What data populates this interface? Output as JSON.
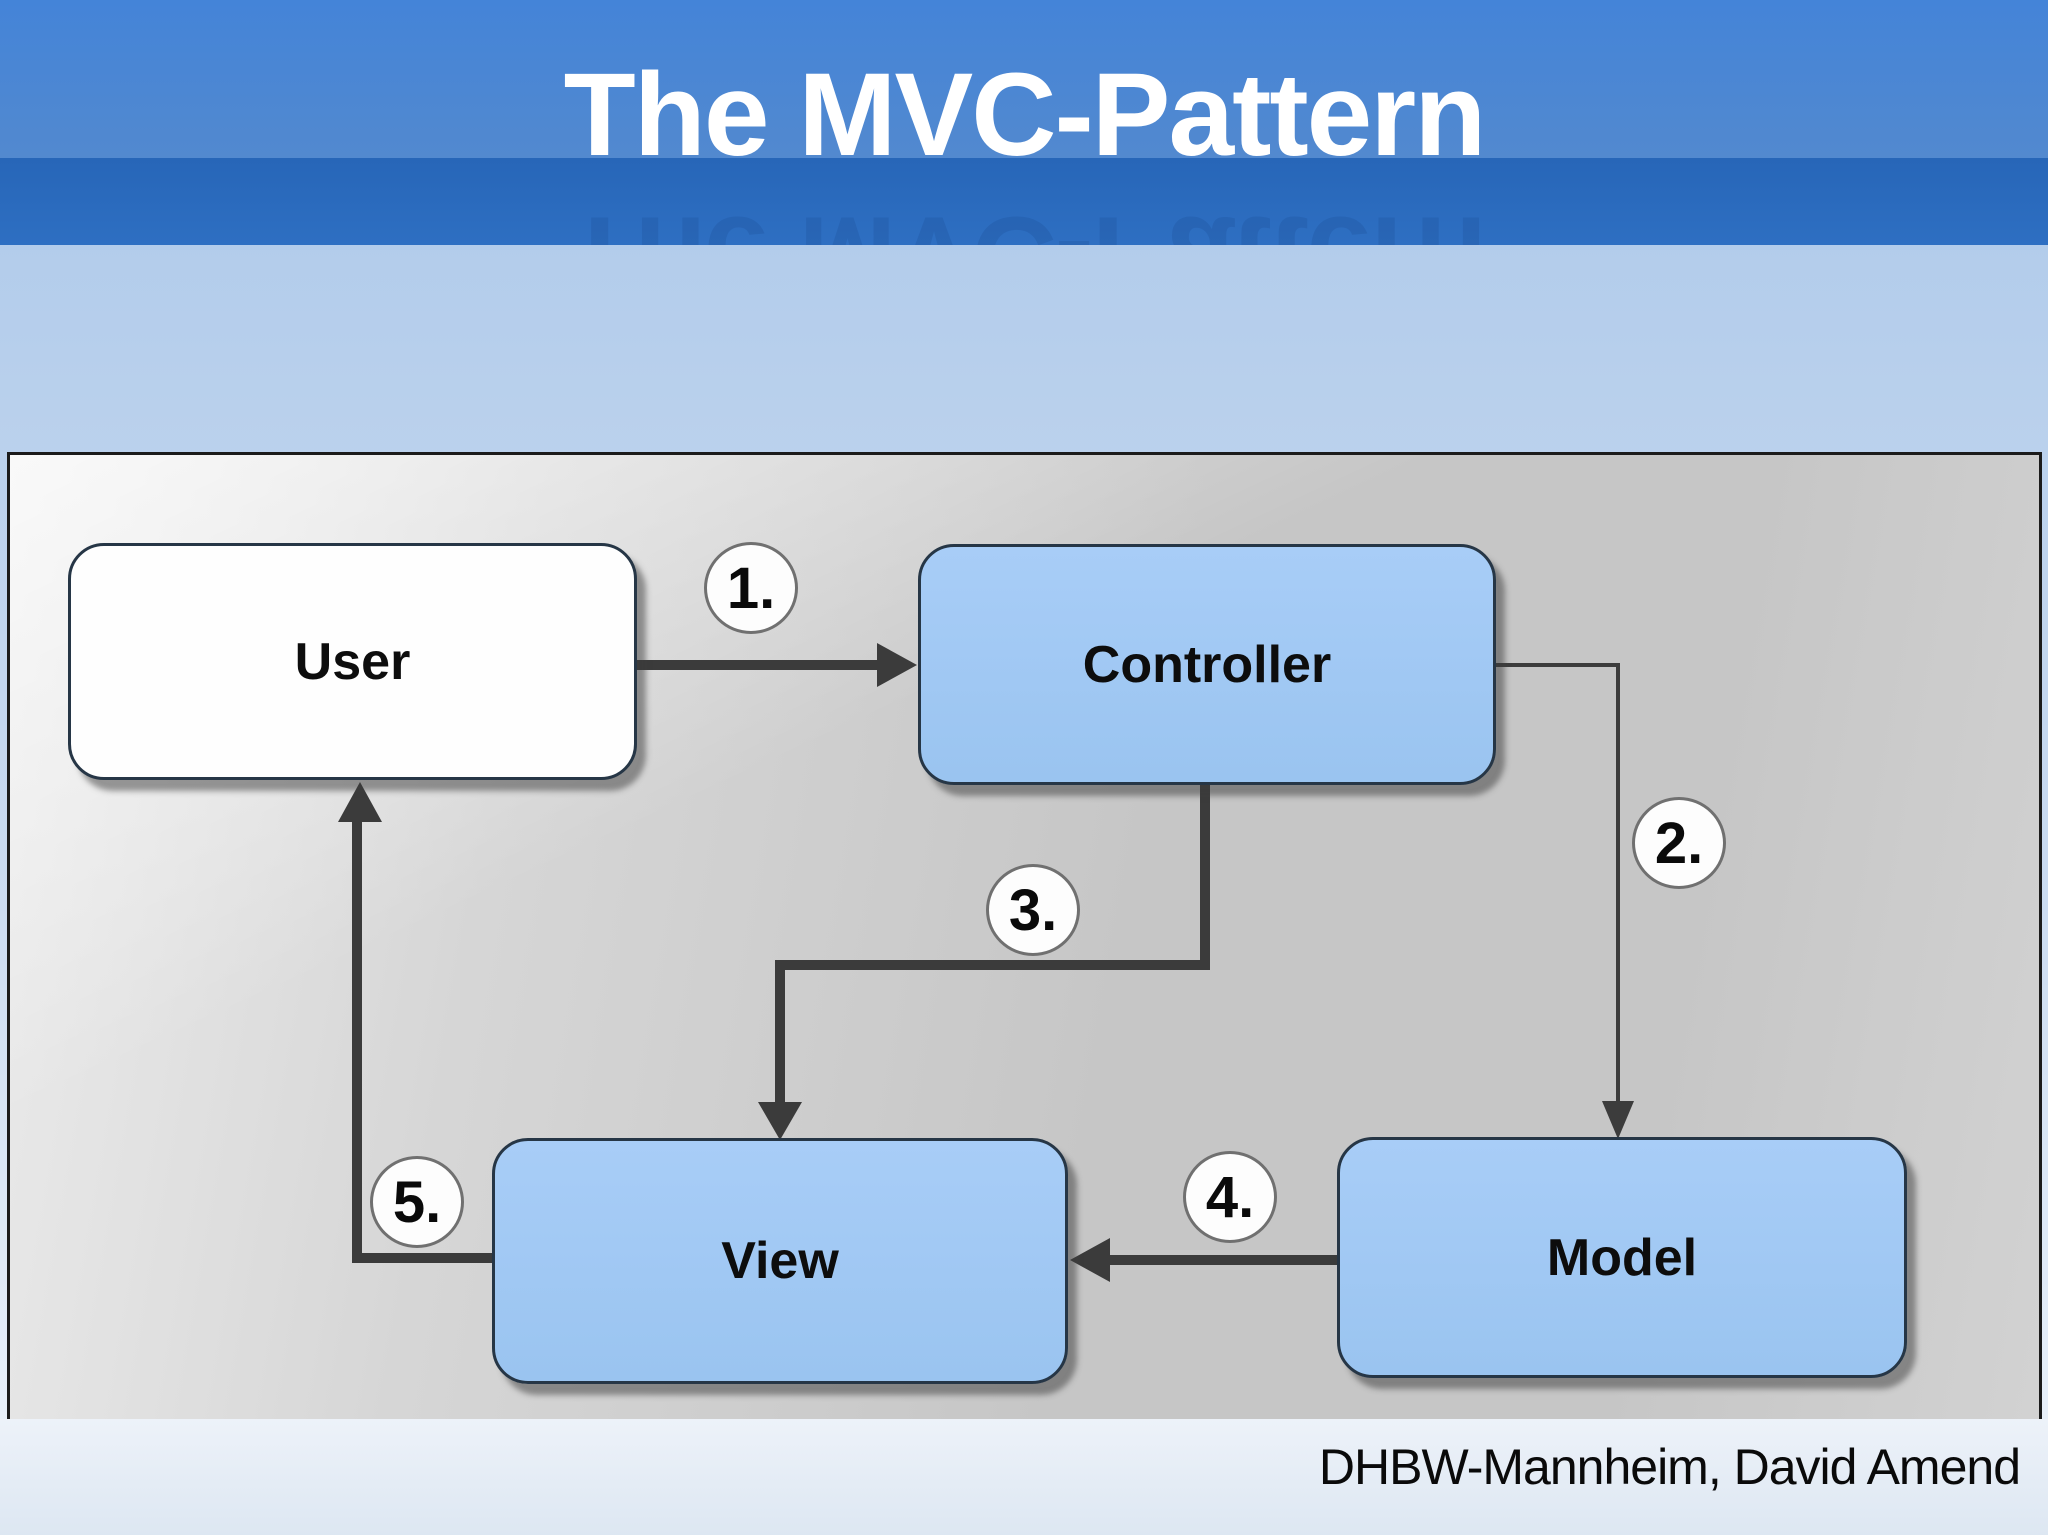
{
  "slide": {
    "title": "The MVC-Pattern",
    "credit": "DHBW-Mannheim, David Amend"
  },
  "diagram": {
    "nodes": [
      {
        "id": "user",
        "label": "User"
      },
      {
        "id": "controller",
        "label": "Controller"
      },
      {
        "id": "view",
        "label": "View"
      },
      {
        "id": "model",
        "label": "Model"
      }
    ],
    "steps": [
      {
        "num": "1.",
        "from": "User",
        "to": "Controller"
      },
      {
        "num": "2.",
        "from": "Controller",
        "to": "Model"
      },
      {
        "num": "3.",
        "from": "Controller",
        "to": "View"
      },
      {
        "num": "4.",
        "from": "Model",
        "to": "View"
      },
      {
        "num": "5.",
        "from": "View",
        "to": "User"
      }
    ],
    "colors": {
      "node_blue": "#a0c8f5",
      "node_white": "#fefefe",
      "node_border": "#263646",
      "arrow": "#3b3b3b",
      "header_blue_top": "#4484d8",
      "header_band": "#2a6abc",
      "panel_gray": "#c8c8c8",
      "footer_light_blue": "#e8eef6"
    }
  }
}
